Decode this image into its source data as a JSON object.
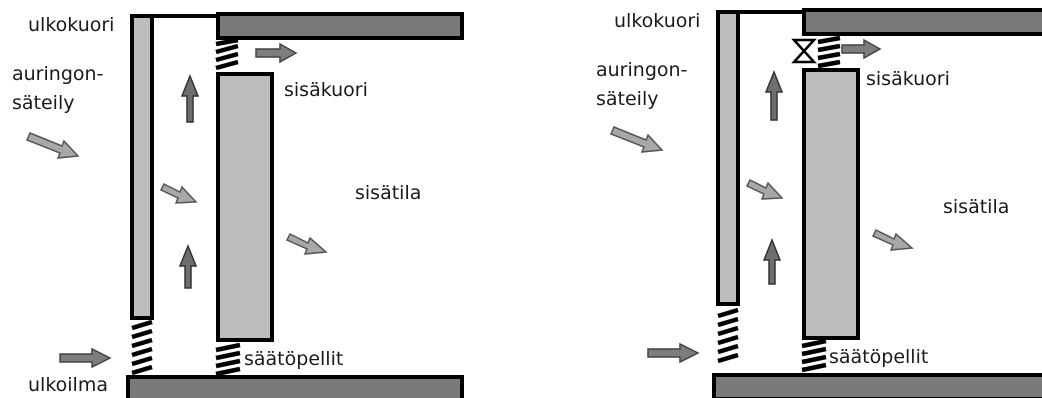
{
  "diagrams": [
    {
      "outer_shell": "ulkokuori",
      "solar_radiation": "auringon-\nsäteily",
      "inner_shell": "sisäkuori",
      "interior": "sisätila",
      "dampers": "säätöpellit",
      "outdoor_air": "ulkoilma",
      "has_valve": false
    },
    {
      "outer_shell": "ulkokuori",
      "solar_radiation": "auringon-\nsäteily",
      "inner_shell": "sisäkuori",
      "interior": "sisätila",
      "dampers": "säätöpellit",
      "outdoor_air": "",
      "has_valve": true
    }
  ],
  "icons": {
    "up_arrow": "arrow-up-icon",
    "diagonal_arrow": "arrow-diagonal-icon",
    "right_arrow": "arrow-right-icon",
    "damper": "spring-damper-icon",
    "valve": "hourglass-valve-icon"
  },
  "colors": {
    "outer_wall": "#bdbdbd",
    "floor_roof": "#7a7a7a",
    "inner_panel": "#bdbdbd",
    "outline": "#000000"
  }
}
